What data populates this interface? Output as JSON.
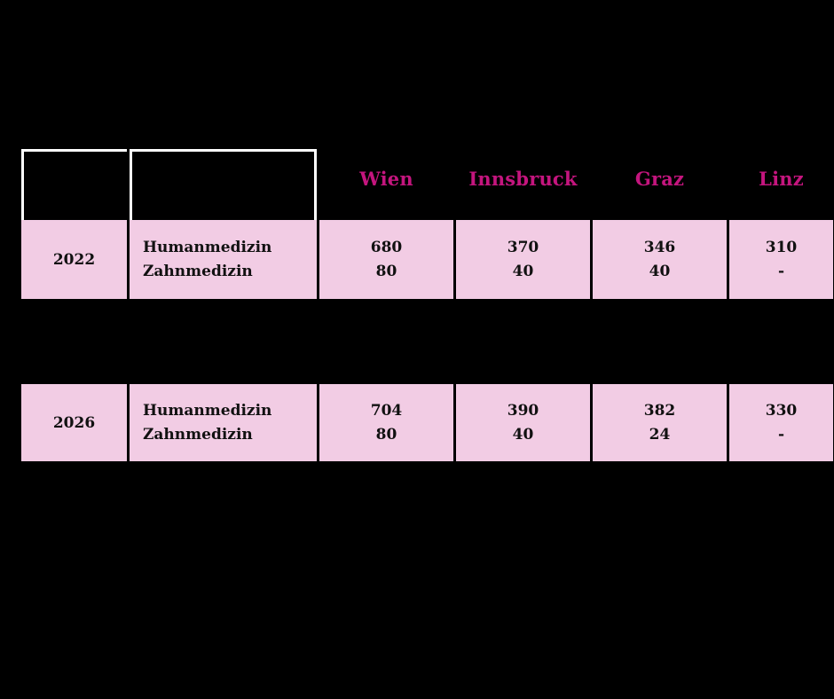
{
  "table": {
    "columns": [
      {
        "key": "year",
        "header": ""
      },
      {
        "key": "field",
        "header": ""
      },
      {
        "key": "wien",
        "header": "Wien"
      },
      {
        "key": "innsbruck",
        "header": "Innsbruck"
      },
      {
        "key": "graz",
        "header": "Graz"
      },
      {
        "key": "linz",
        "header": "Linz"
      }
    ],
    "rows": [
      {
        "year": "2022",
        "fields": [
          "Humanmedizin",
          "Zahnmedizin"
        ],
        "wien": [
          "680",
          "80"
        ],
        "innsbruck": [
          "370",
          "40"
        ],
        "graz": [
          "346",
          "40"
        ],
        "linz": [
          "310",
          "-"
        ]
      },
      {
        "year": "2026",
        "fields": [
          "Humanmedizin",
          "Zahnmedizin"
        ],
        "wien": [
          "704",
          "80"
        ],
        "innsbruck": [
          "390",
          "40"
        ],
        "graz": [
          "382",
          "24"
        ],
        "linz": [
          "330",
          "-"
        ]
      }
    ]
  },
  "colors": {
    "background": "#000000",
    "cell_fill": "#F2CCE4",
    "header_text": "#C4157E",
    "cell_text": "#111111",
    "header_outline": "#FFFFFF"
  }
}
